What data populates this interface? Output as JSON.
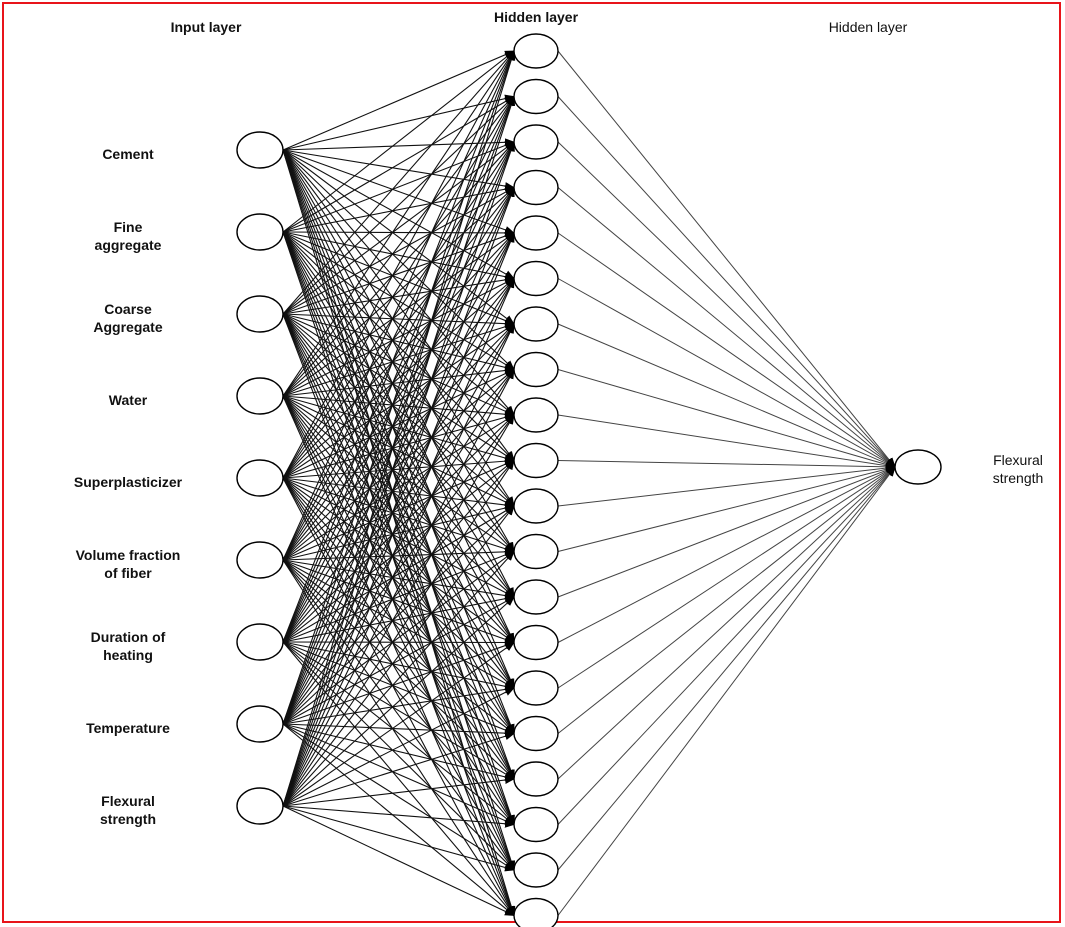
{
  "diagram": {
    "titles": {
      "input": "Input layer",
      "hidden": "Hidden layer",
      "output": "Hidden layer"
    },
    "input_nodes": [
      [
        "Cement"
      ],
      [
        "Fine",
        "aggregate"
      ],
      [
        "Coarse",
        "Aggregate"
      ],
      [
        "Water"
      ],
      [
        "Superplasticizer"
      ],
      [
        "Volume fraction",
        "of fiber"
      ],
      [
        "Duration of",
        "heating"
      ],
      [
        "Temperature"
      ],
      [
        "Flexural",
        "strength"
      ]
    ],
    "hidden_node_count": 20,
    "output_nodes": [
      [
        "Flexural",
        "strength"
      ]
    ],
    "colors": {
      "frame": "#e8141a",
      "input_edges": "#111111",
      "output_edges": "#444444",
      "node_stroke": "#000000",
      "node_fill": "#ffffff"
    }
  }
}
